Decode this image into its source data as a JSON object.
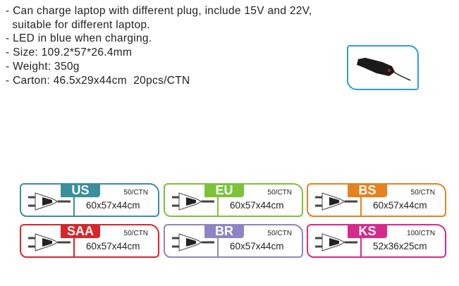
{
  "specs": [
    "- Can charge laptop with different plug, include 15V and 22V,",
    "  suitable for different laptop.",
    "- LED in blue when charging.",
    "- Size: 109.2*57*26.4mm",
    "- Weight: 350g",
    "- Carton: 46.5x29x44cm  20pcs/CTN"
  ],
  "plugs": [
    {
      "label": "US",
      "qty": "50/CTN",
      "dims": "60x57x44cm",
      "color": "#3a8f9c"
    },
    {
      "label": "EU",
      "qty": "50/CTN",
      "dims": "60x57x44cm",
      "color": "#7cc33a"
    },
    {
      "label": "BS",
      "qty": "50/CTN",
      "dims": "60x57x44cm",
      "color": "#e5821f"
    },
    {
      "label": "SAA",
      "qty": "50/CTN",
      "dims": "60x57x44cm",
      "color": "#d8262b"
    },
    {
      "label": "BR",
      "qty": "50/CTN",
      "dims": "60x57x44cm",
      "color": "#8f85c4"
    },
    {
      "label": "KS",
      "qty": "100/CTN",
      "dims": "52x36x25cm",
      "color": "#d82a8c"
    }
  ]
}
